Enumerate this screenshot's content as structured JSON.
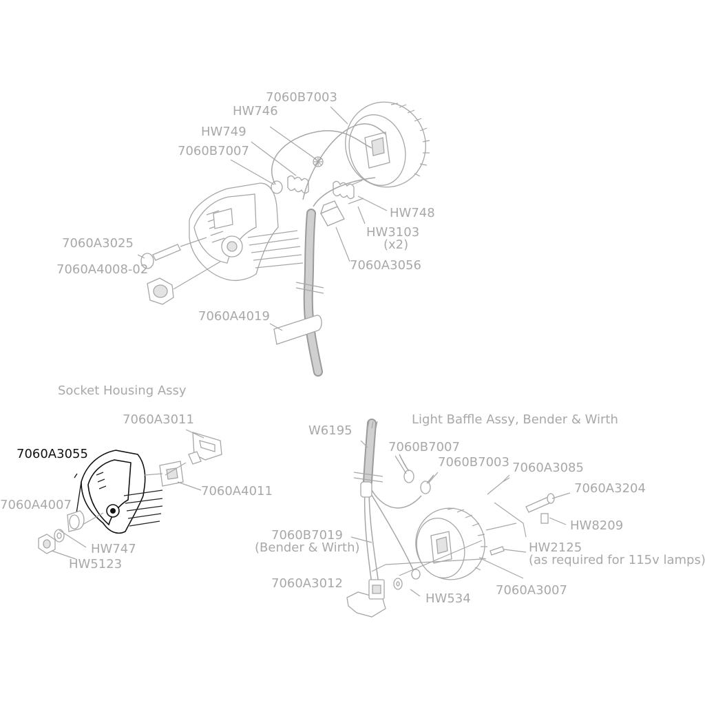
{
  "sections": {
    "socket_housing": "Socket Housing Assy",
    "light_baffle": "Light Baffle Assy, Bender & Wirth"
  },
  "labels": {
    "p7060B7003_top": "7060B7003",
    "hw746": "HW746",
    "hw749": "HW749",
    "p7060B7007_top": "7060B7007",
    "hw748": "HW748",
    "hw3103": "HW3103",
    "hw3103_qty": "(x2)",
    "p7060A3025": "7060A3025",
    "p7060A4008_02": "7060A4008-02",
    "p7060A3056": "7060A3056",
    "p7060A4019": "7060A4019",
    "p7060A3011": "7060A3011",
    "p7060A3055": "7060A3055",
    "p7060A4011": "7060A4011",
    "p7060A4007": "7060A4007",
    "hw747": "HW747",
    "hw5123": "HW5123",
    "w6195": "W6195",
    "p7060B7007_bottom": "7060B7007",
    "p7060B7003_bottom": "7060B7003",
    "p7060A3085": "7060A3085",
    "p7060A3204": "7060A3204",
    "hw8209": "HW8209",
    "hw2125": "HW2125",
    "hw2125_note": "(as required for 115v lamps)",
    "p7060B7019": "7060B7019",
    "p7060B7019_note": "(Bender & Wirth)",
    "p7060A3012": "7060A3012",
    "hw534": "HW534",
    "p7060A3007": "7060A3007"
  },
  "highlighted_part": "7060A3055",
  "colors": {
    "label": "#a8a8a8",
    "highlight": "#111111",
    "line": "#a6a6a6"
  }
}
